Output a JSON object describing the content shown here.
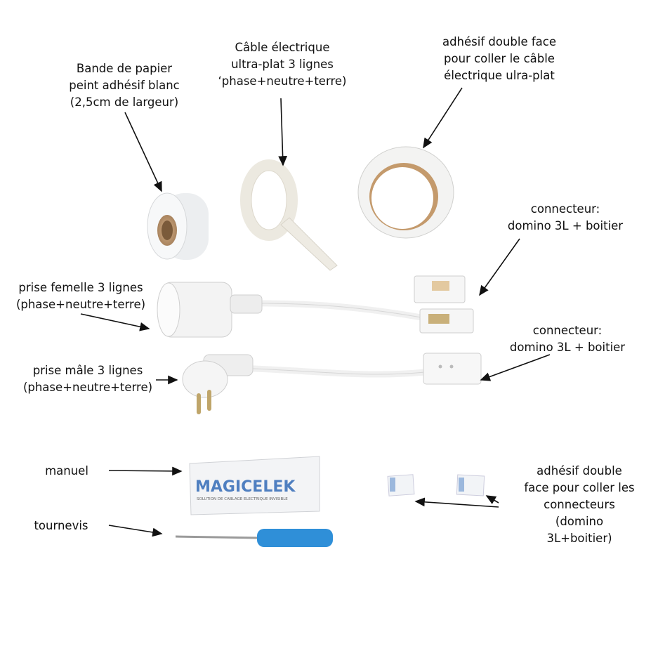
{
  "labels": {
    "paper_tape": [
      "Bande de papier",
      "peint adhésif blanc",
      "(2,5cm de largeur)"
    ],
    "flat_cable": [
      "Câble électrique",
      "ultra-plat 3 lignes",
      "‘phase+neutre+terre)"
    ],
    "double_tape": [
      "adhésif double face",
      "pour coller le câble",
      "électrique ulra-plat"
    ],
    "connector_top": [
      "connecteur:",
      "domino 3L + boitier"
    ],
    "female_plug": [
      "prise femelle 3 lignes",
      "(phase+neutre+terre)"
    ],
    "connector_bottom": [
      "connecteur:",
      "domino 3L + boitier"
    ],
    "male_plug": [
      "prise mâle 3 lignes",
      "(phase+neutre+terre)"
    ],
    "manual": [
      "manuel"
    ],
    "screwdriver": [
      "tournevis"
    ],
    "connector_adhesive": [
      "adhésif double",
      "face pour coller les",
      "connecteurs",
      "(domino",
      "3L+boitier)"
    ]
  },
  "manual_logo": {
    "brand": "MAGICELEK",
    "tagline": "SOLUTION DE CABLAGE ELECTRIQUE INVISIBLE"
  },
  "colors": {
    "screwdriver_handle": "#2f8fd8",
    "logo": "#4f7fc0"
  }
}
